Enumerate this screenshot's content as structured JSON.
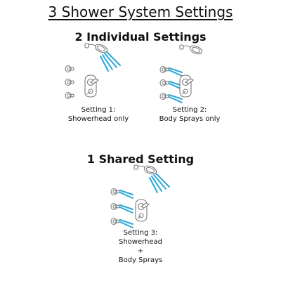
{
  "title": "3 Shower System Settings",
  "sections": {
    "individual": "2 Individual Settings",
    "shared": "1 Shared Setting"
  },
  "settings": [
    {
      "lines": [
        "Setting 1:",
        "Showerhead only"
      ]
    },
    {
      "lines": [
        "Setting 2:",
        "Body Sprays only"
      ]
    },
    {
      "lines": [
        "Setting 3:",
        "Showerhead",
        "+",
        "Body Sprays"
      ]
    }
  ],
  "colors": {
    "water": "#2aa7d9",
    "fixture": "#7b7b7b",
    "text": "#111111"
  },
  "icons": [
    "showerhead-icon",
    "body-spray-icon",
    "shower-valve-icon"
  ]
}
